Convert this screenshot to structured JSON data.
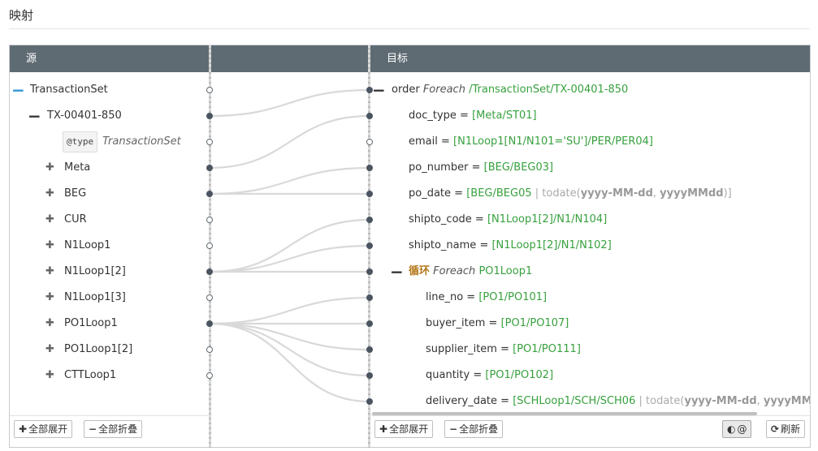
{
  "page": {
    "title": "映射"
  },
  "source": {
    "header": "源",
    "rows": [
      {
        "label": "TransactionSet"
      },
      {
        "label": "TX-00401-850"
      },
      {
        "attr": "@type",
        "type_label": "TransactionSet"
      },
      {
        "label": "Meta"
      },
      {
        "label": "BEG"
      },
      {
        "label": "CUR"
      },
      {
        "label": "N1Loop1"
      },
      {
        "label": "N1Loop1[2]"
      },
      {
        "label": "N1Loop1[3]"
      },
      {
        "label": "PO1Loop1"
      },
      {
        "label": "PO1Loop1[2]"
      },
      {
        "label": "CTTLoop1"
      }
    ],
    "expand_all": "全部展开",
    "collapse_all": "全部折叠"
  },
  "target": {
    "header": "目标",
    "order": {
      "name": "order",
      "keyword": "Foreach",
      "path": "/TransactionSet/TX-00401-850"
    },
    "fields": [
      {
        "name": "doc_type",
        "eq": "=",
        "expr": "[Meta/ST01]"
      },
      {
        "name": "email",
        "eq": "=",
        "expr": "[N1Loop1[N1/N101='SU']/PER/PER04]"
      },
      {
        "name": "po_number",
        "eq": "=",
        "expr": "[BEG/BEG03]"
      },
      {
        "name": "po_date",
        "eq": "=",
        "expr": "[BEG/BEG05",
        "pipe": " | ",
        "func": "todate",
        "args": [
          "yyyy-MM-dd",
          "yyyyMMdd"
        ],
        "close": "]"
      },
      {
        "name": "shipto_code",
        "eq": "=",
        "expr": "[N1Loop1[2]/N1/N104]"
      },
      {
        "name": "shipto_name",
        "eq": "=",
        "expr": "[N1Loop1[2]/N1/N102]"
      }
    ],
    "loop": {
      "name": "循环",
      "keyword": "Foreach",
      "path": "PO1Loop1"
    },
    "loop_fields": [
      {
        "name": "line_no",
        "eq": "=",
        "expr": "[PO1/PO101]"
      },
      {
        "name": "buyer_item",
        "eq": "=",
        "expr": "[PO1/PO107]"
      },
      {
        "name": "supplier_item",
        "eq": "=",
        "expr": "[PO1/PO111]"
      },
      {
        "name": "quantity",
        "eq": "=",
        "expr": "[PO1/PO102]"
      },
      {
        "name": "delivery_date",
        "eq": "=",
        "expr": "[SCHLoop1/SCH/SCH06",
        "pipe": " | ",
        "func": "todate",
        "args": [
          "yyyy-MM-dd",
          "yyyyMMdd"
        ]
      }
    ],
    "expand_all": "全部展开",
    "collapse_all": "全部折叠",
    "toggle_label": "@",
    "refresh": "刷新"
  },
  "icons": {
    "collapse": "minus-icon",
    "expand": "plus-icon",
    "toggle": "toggle-icon",
    "refresh": "refresh-icon"
  },
  "links": [
    {
      "from": 1,
      "to": 0
    },
    {
      "from": 3,
      "to": 1
    },
    {
      "from": 4,
      "to": 3
    },
    {
      "from": 4,
      "to": 4
    },
    {
      "from": 7,
      "to": 5
    },
    {
      "from": 7,
      "to": 6
    },
    {
      "from": 7,
      "to": 7
    },
    {
      "from": 9,
      "to": 8
    },
    {
      "from": 9,
      "to": 9
    },
    {
      "from": 9,
      "to": 10
    },
    {
      "from": 9,
      "to": 11
    },
    {
      "from": 9,
      "to": 12
    }
  ],
  "colors": {
    "header": "#5f6b73",
    "expr": "#37a03d",
    "loop": "#b3771a",
    "link": "#d9d9d9"
  }
}
